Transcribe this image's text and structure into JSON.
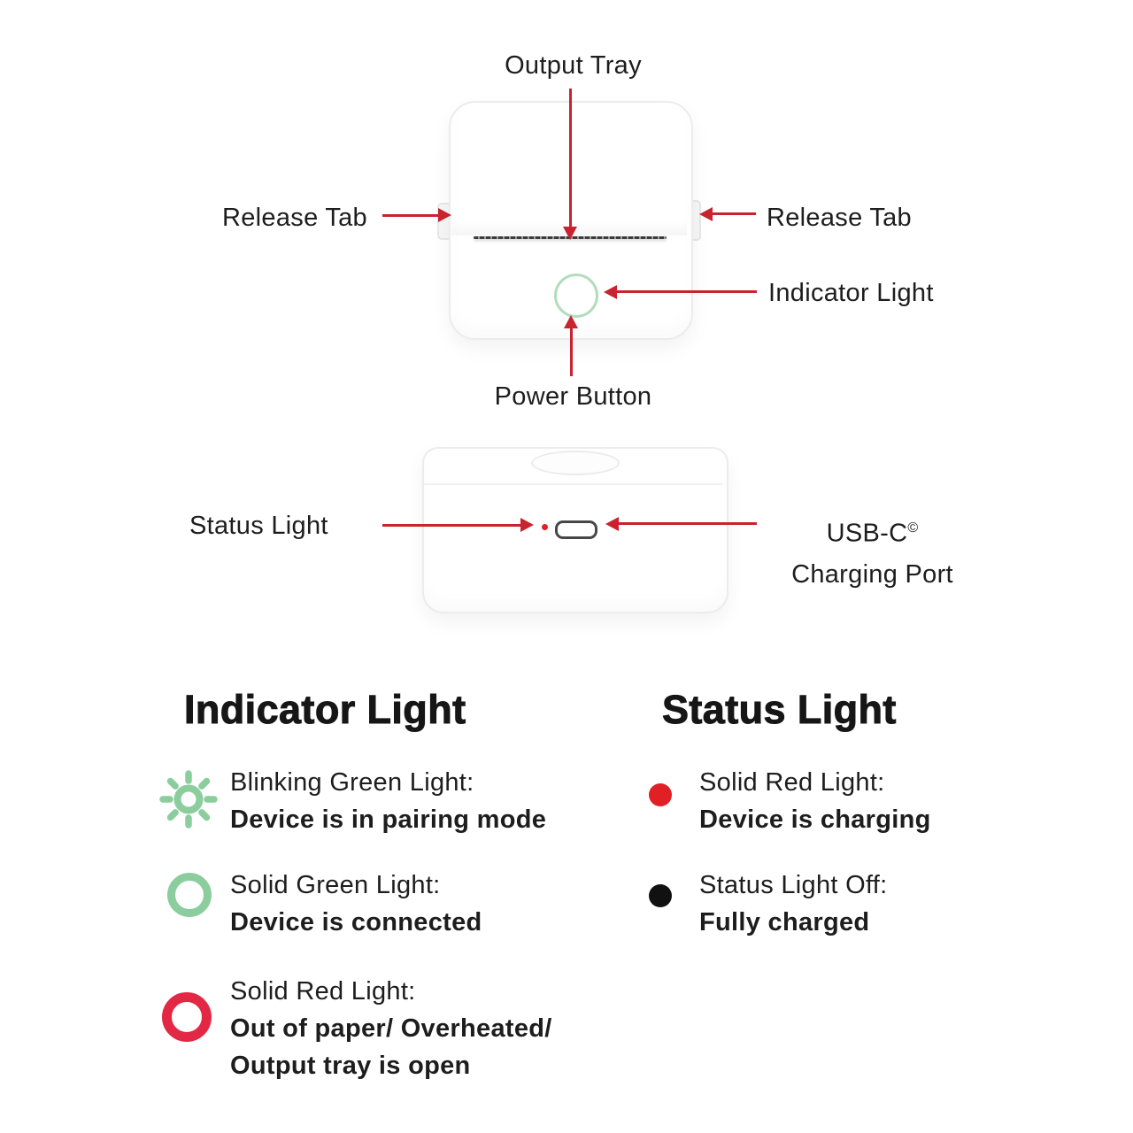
{
  "diagram": {
    "front_labels": {
      "output_tray": "Output Tray",
      "release_tab_left": "Release Tab",
      "release_tab_right": "Release Tab",
      "indicator_light": "Indicator Light",
      "power_button": "Power Button"
    },
    "back_labels": {
      "status_light": "Status Light",
      "usb_c": "USB-C",
      "usb_c_sup": "©",
      "charging_port": "Charging Port"
    }
  },
  "legend": {
    "indicator": {
      "title": "Indicator Light",
      "items": [
        {
          "icon": "blinking-green-light-icon",
          "label": "Blinking Green Light:",
          "desc1": "Device is in pairing mode"
        },
        {
          "icon": "solid-green-light-icon",
          "label": "Solid Green Light:",
          "desc1": "Device is connected"
        },
        {
          "icon": "solid-red-light-icon",
          "label": "Solid Red Light:",
          "desc1": "Out of paper/ Overheated/",
          "desc2": "Output tray is open"
        }
      ]
    },
    "status": {
      "title": "Status Light",
      "items": [
        {
          "icon": "solid-red-dot-icon",
          "label": "Solid Red Light:",
          "desc1": "Device is charging"
        },
        {
          "icon": "status-light-off-icon",
          "label": "Status Light Off:",
          "desc1": "Fully charged"
        }
      ]
    }
  },
  "colors": {
    "arrow_red": "#c8232e",
    "green": "#8ccd9d",
    "ring_green": "#b3dcbd",
    "ring_red": "#e32845",
    "dot_red": "#e02025",
    "text": "#1d1d1d"
  }
}
